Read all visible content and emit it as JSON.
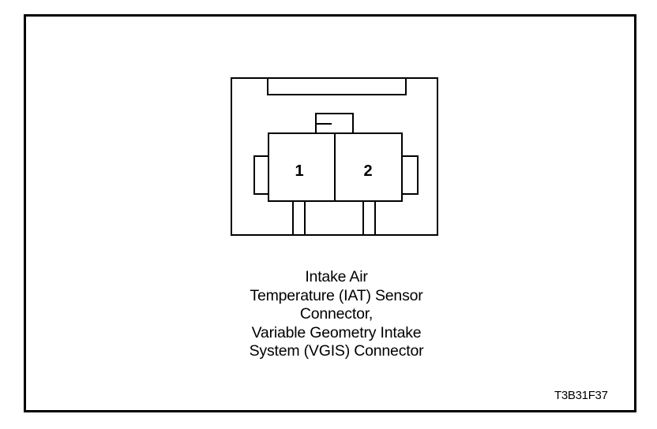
{
  "diagram": {
    "pins": [
      "1",
      "2"
    ],
    "caption_lines": [
      "Intake Air",
      "Temperature (IAT) Sensor",
      "Connector,",
      "Variable Geometry Intake",
      "System (VGIS) Connector"
    ],
    "figure_id": "T3B31F37"
  }
}
